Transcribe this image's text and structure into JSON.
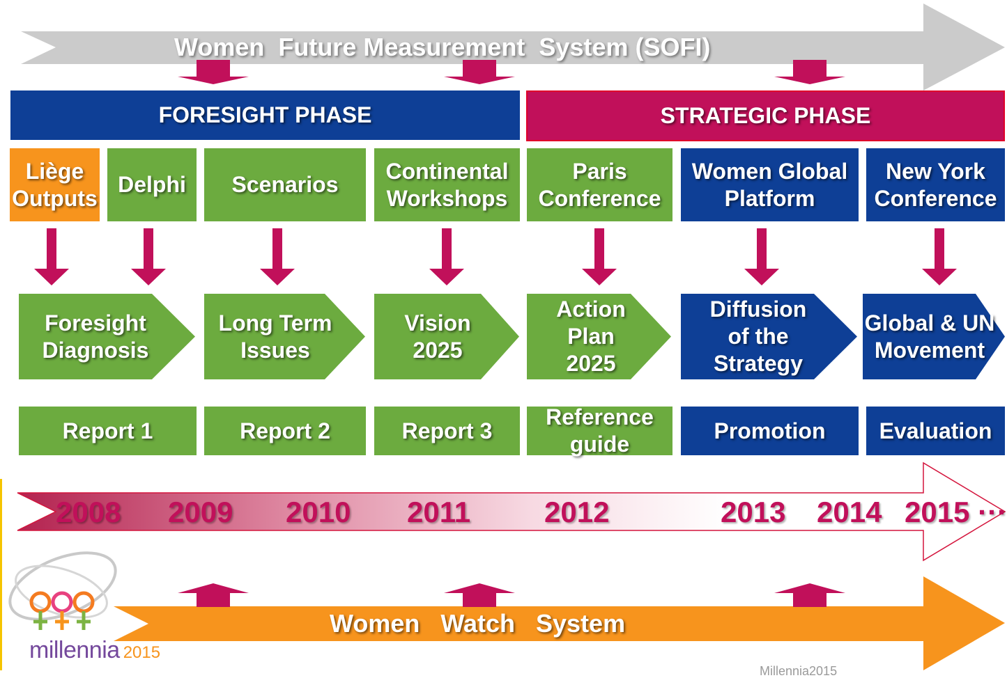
{
  "sofi_arrow": {
    "label": "Women  Future Measurement  System (SOFI)"
  },
  "phases": {
    "foresight": {
      "label": "FORESIGHT PHASE",
      "color": "#0e3f96"
    },
    "strategic": {
      "label": "STRATEGIC PHASE",
      "color": "#c1105a"
    }
  },
  "activities": [
    {
      "label": "Liège\nOutputs",
      "color": "#f7941d"
    },
    {
      "label": "Delphi",
      "color": "#6cab3f"
    },
    {
      "label": "Scenarios",
      "color": "#6cab3f"
    },
    {
      "label": "Continental\nWorkshops",
      "color": "#6cab3f"
    },
    {
      "label": "Paris\nConference",
      "color": "#6cab3f"
    },
    {
      "label": "Women Global\nPlatform",
      "color": "#0e3f96"
    },
    {
      "label": "New York\nConference",
      "color": "#0e3f96"
    }
  ],
  "outputs": [
    {
      "label": "Foresight\nDiagnosis",
      "color": "#6cab3f"
    },
    {
      "label": "Long Term\nIssues",
      "color": "#6cab3f"
    },
    {
      "label": "Vision\n2025",
      "color": "#6cab3f"
    },
    {
      "label": "Action\nPlan\n2025",
      "color": "#6cab3f"
    },
    {
      "label": "Diffusion\nof the\nStrategy",
      "color": "#0e3f96"
    },
    {
      "label": "Global & UN\nMovement",
      "color": "#0e3f96"
    }
  ],
  "deliverables": [
    {
      "label": "Report 1",
      "color": "#6cab3f"
    },
    {
      "label": "Report 2",
      "color": "#6cab3f"
    },
    {
      "label": "Report 3",
      "color": "#6cab3f"
    },
    {
      "label": "Reference\nguide",
      "color": "#6cab3f"
    },
    {
      "label": "Promotion",
      "color": "#0e3f96"
    },
    {
      "label": "Evaluation",
      "color": "#0e3f96"
    }
  ],
  "timeline": {
    "years": [
      "2008",
      "2009",
      "2010",
      "2011",
      "2012",
      "2013",
      "2014",
      "2015 ···"
    ]
  },
  "watch_arrow": {
    "label": "Women   Watch   System"
  },
  "logo": {
    "name": "millennia",
    "year": "2015"
  },
  "footer": {
    "text": "Millennia2015"
  },
  "colors": {
    "arrow": "#c1105a",
    "sofi_arrow": "#cbcbcb",
    "watch_arrow": "#f7941d",
    "timeline_border": "#d4143c",
    "year_text": "#c1105a"
  }
}
